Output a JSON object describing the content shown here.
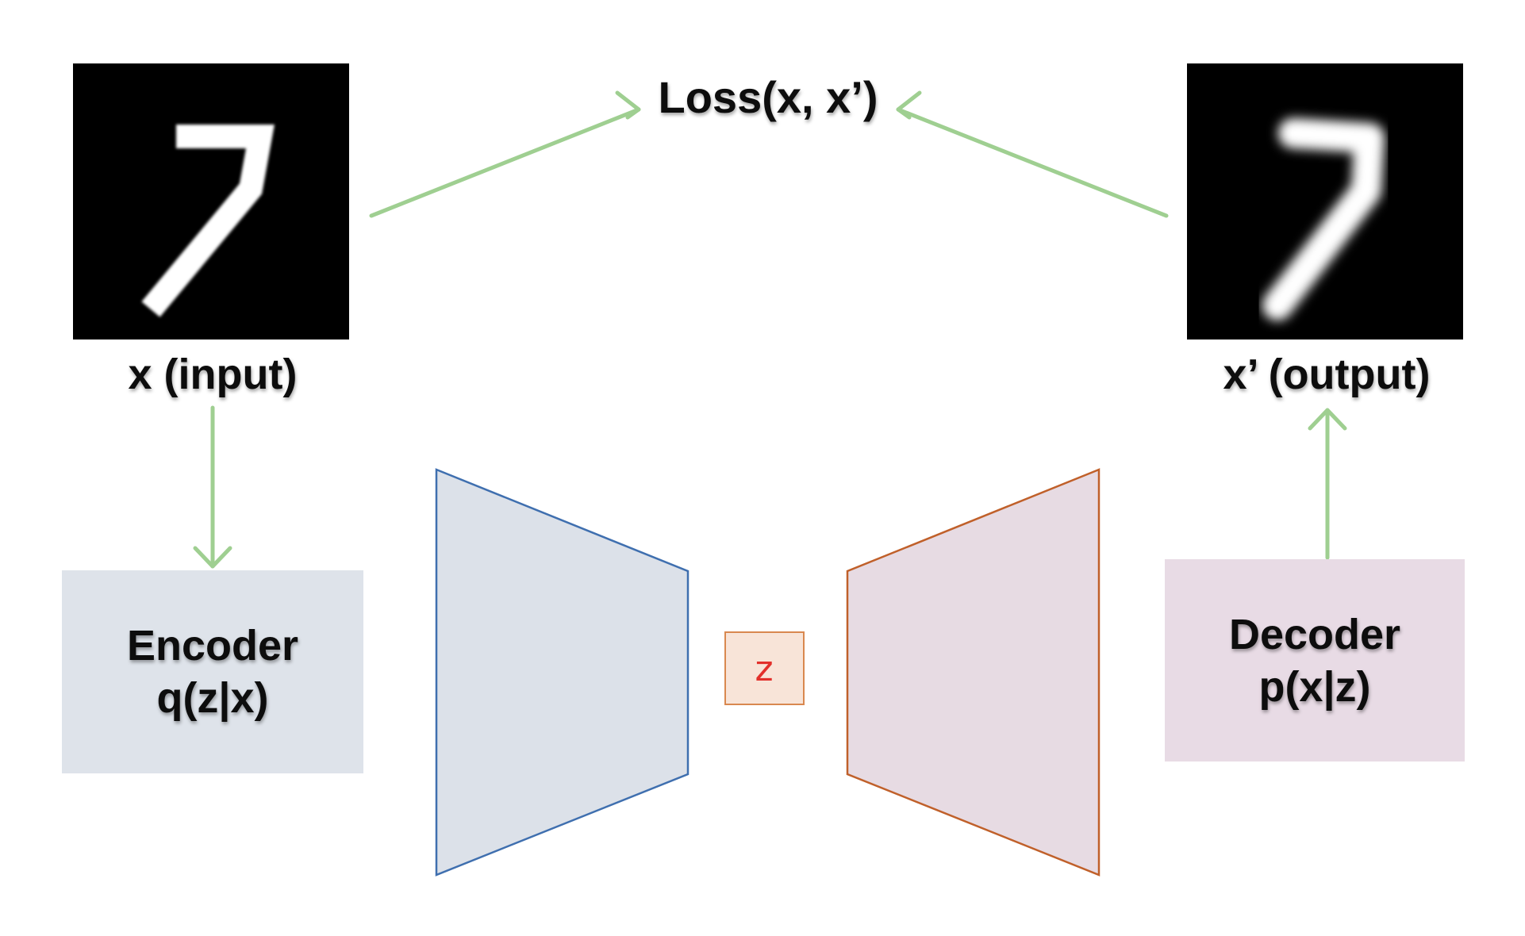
{
  "loss_label": "Loss(x, x’)",
  "input": {
    "digit": "7",
    "label": "x (input)"
  },
  "output": {
    "digit": "7",
    "label": "x’ (output)"
  },
  "encoder": {
    "title": "Encoder",
    "formula": "q(z|x)"
  },
  "decoder": {
    "title": "Decoder",
    "formula": "p(x|z)"
  },
  "latent": {
    "label": "z"
  },
  "colors": {
    "arrow": "#9fcf91",
    "encoder_box_fill": "#dee3ea",
    "decoder_box_fill": "#e8dbe5",
    "encoder_trapezoid_fill": "#dce1e9",
    "encoder_trapezoid_stroke": "#3f6faf",
    "decoder_trapezoid_fill": "#e7dbe3",
    "decoder_trapezoid_stroke": "#c0602a",
    "latent_fill": "#f8e4d8",
    "latent_stroke": "#d9884f",
    "latent_text": "#e2302b"
  }
}
